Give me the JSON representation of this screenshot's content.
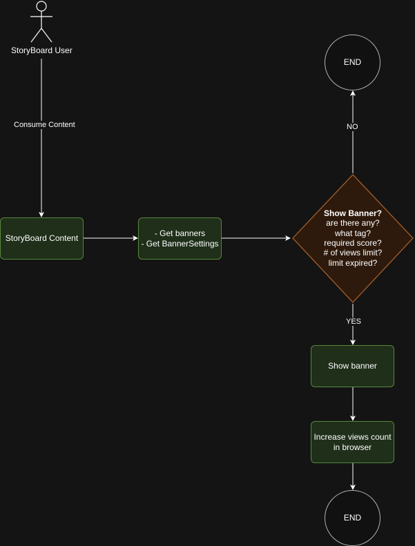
{
  "actor": {
    "name": "StoryBoard User"
  },
  "nodes": {
    "storyboard_content": "StoryBoard Content",
    "get_banners_line1": "- Get banners",
    "get_banners_line2": "- Get BannerSettings",
    "decision_title": "Show Banner?",
    "decision_lines": [
      "are there any?",
      "what tag?",
      "required score?",
      "# of views limit?",
      "limit expired?"
    ],
    "show_banner": "Show banner",
    "increase_views_line1": "Increase views count",
    "increase_views_line2": "in browser",
    "end_top": "END",
    "end_bottom": "END"
  },
  "edges": {
    "consume_content": "Consume Content",
    "no": "NO",
    "yes": "YES"
  },
  "colors": {
    "background": "#141414",
    "process_fill": "#1f2f1a",
    "process_stroke": "#57883c",
    "decision_fill": "#2e1a0c",
    "decision_stroke": "#b1652d",
    "terminal_stroke": "#b3b3b3",
    "line": "#ffffff"
  }
}
